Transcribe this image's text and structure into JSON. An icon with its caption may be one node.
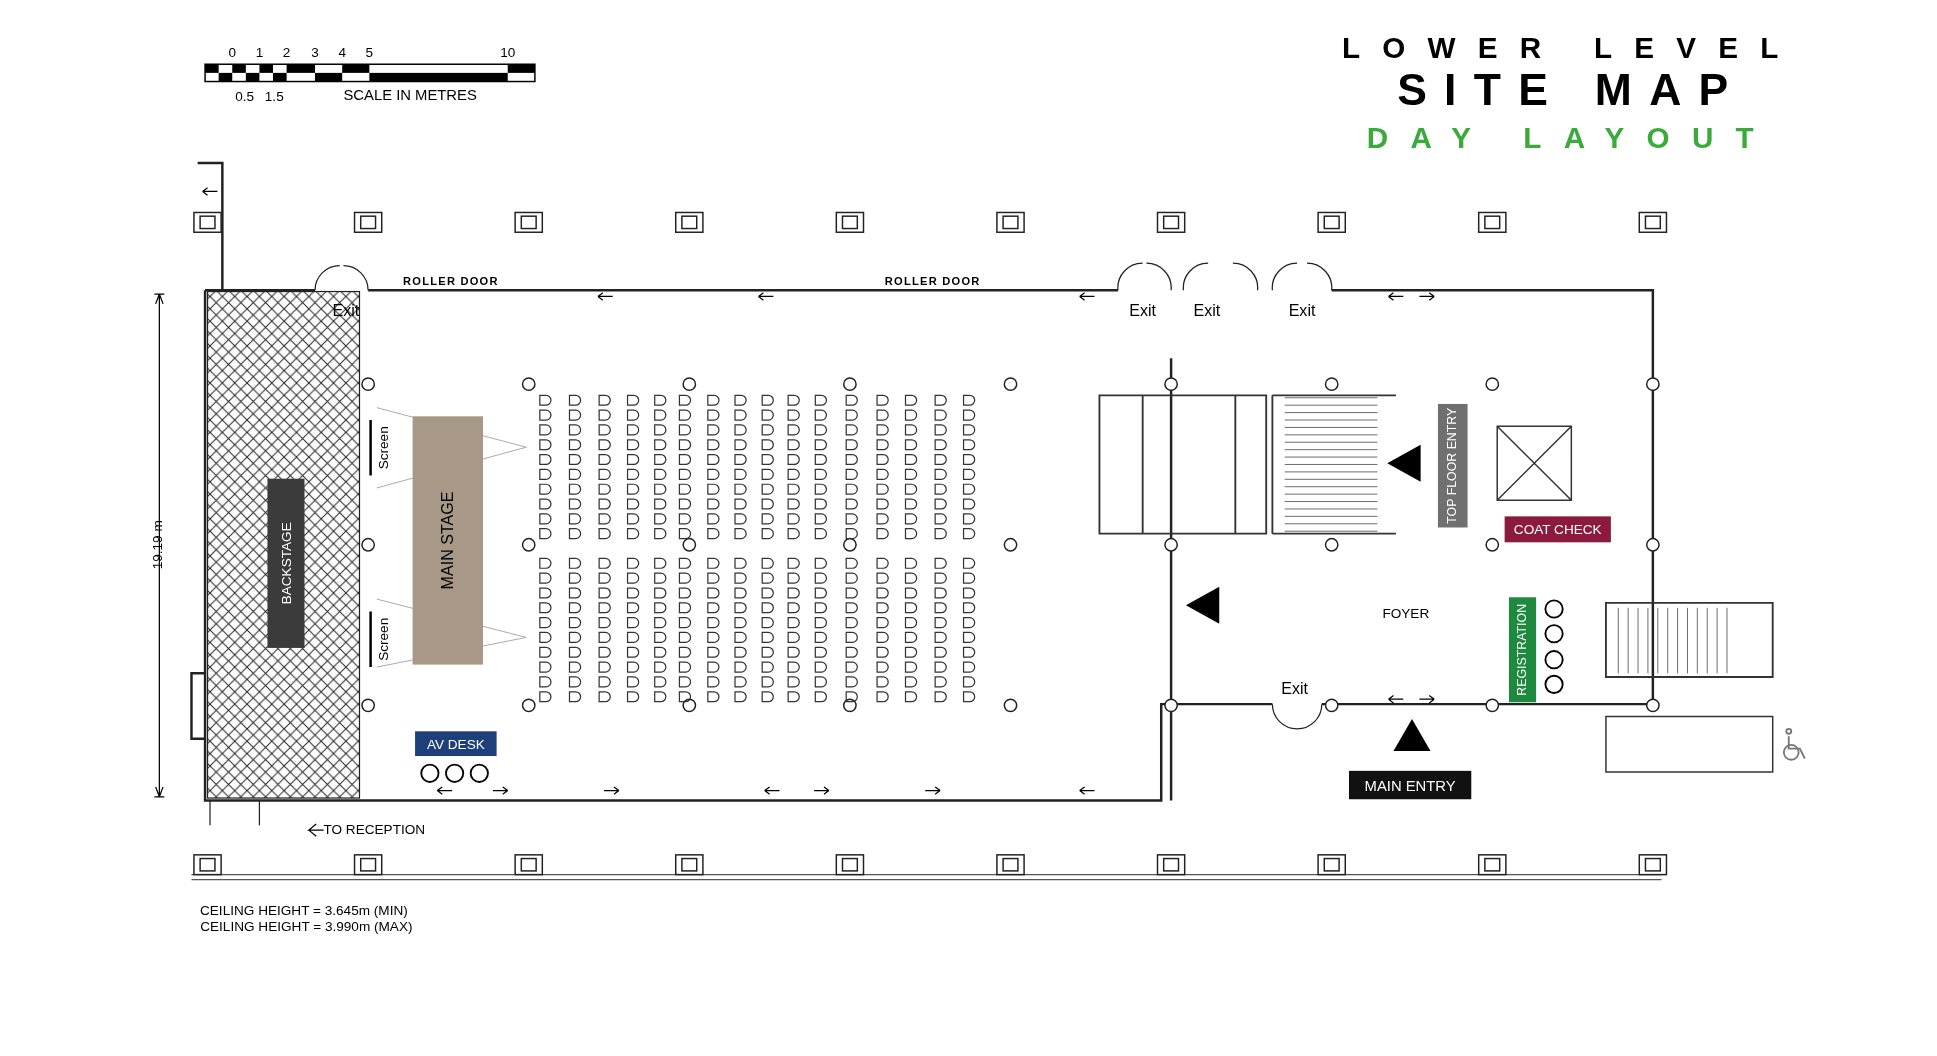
{
  "diagram": {
    "title": "SITE MAP",
    "nodes": [
      {
        "text": [
          "BACKSTAGE"
        ]
      },
      {
        "text": [
          "Screen"
        ]
      },
      {
        "text": [
          "MAIN STAGE"
        ]
      },
      {
        "text": [
          "Screen"
        ]
      },
      {
        "text": [
          "AV DESK"
        ]
      },
      {
        "text": [
          "TOP FLOOR ENTRY"
        ]
      },
      {
        "text": [
          "COAT CHECK"
        ]
      },
      {
        "text": [
          "REGISTRATION"
        ]
      },
      {
        "text": [
          "MAIN ENTRY"
        ]
      }
    ],
    "labels": [
      "0",
      "1",
      "2",
      "3",
      "4",
      "5",
      "10",
      "0.5",
      "1.5",
      "SCALE IN METRES",
      "LOWER LEVEL",
      "DAY LAYOUT",
      "ROLLER DOOR",
      "ROLLER DOOR",
      "Exit",
      "Exit",
      "Exit",
      "Exit",
      "19.19 m",
      "FOYER",
      "Exit",
      "TO RECEPTION",
      "CEILING HEIGHT = 3.645m (MIN)",
      "CEILING HEIGHT = 3.990m (MAX)"
    ]
  }
}
